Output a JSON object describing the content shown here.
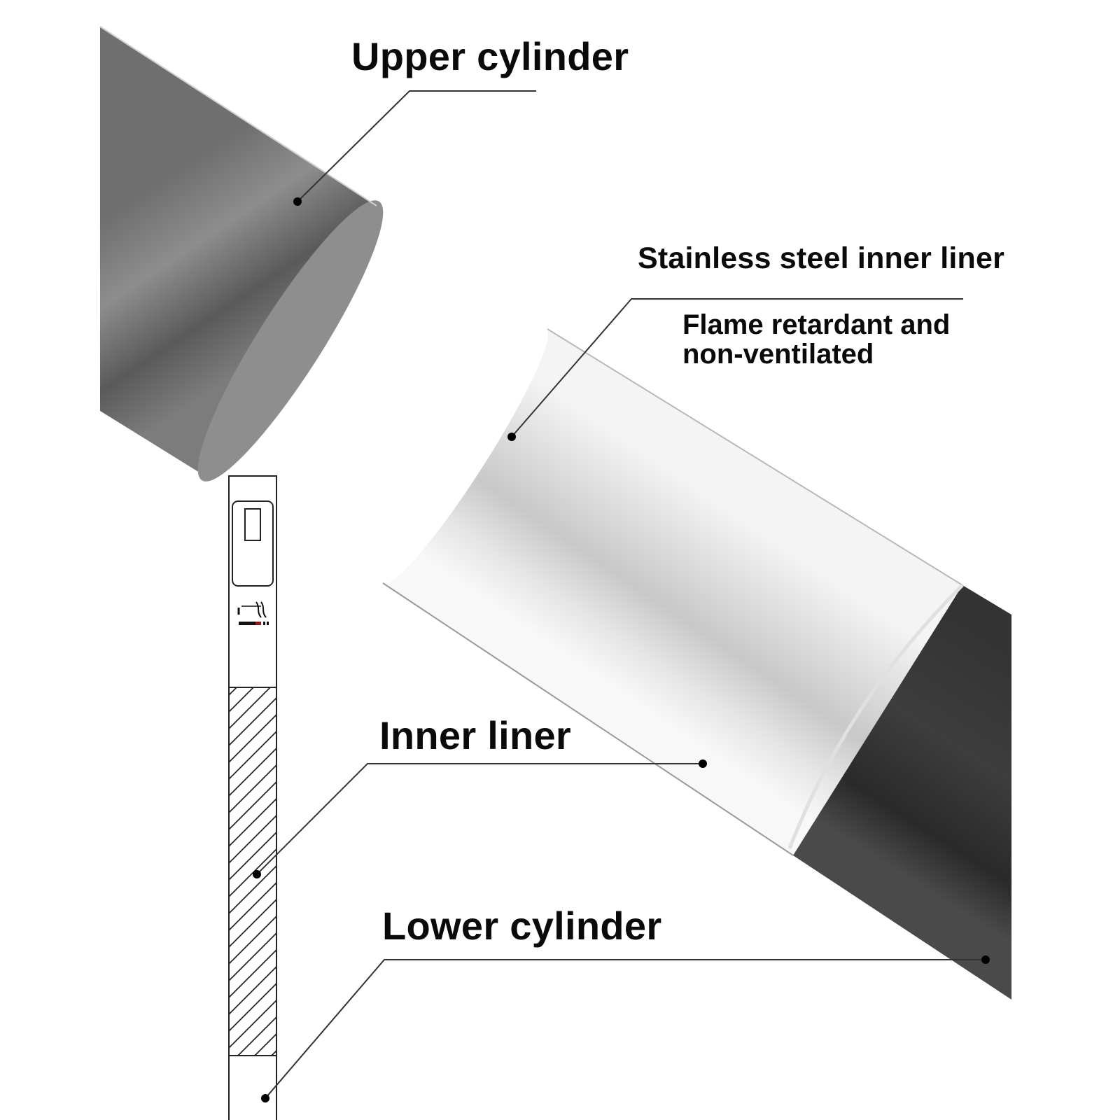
{
  "labels": {
    "upper_cylinder": "Upper cylinder",
    "stainless_liner": "Stainless steel inner liner",
    "flame_line1": "Flame retardant and",
    "flame_line2": "non-ventilated",
    "inner_liner": "Inner liner",
    "lower_cylinder": "Lower cylinder"
  },
  "icons": {
    "smoking": "smoking-icon"
  },
  "colors": {
    "text": "#0a0a0a",
    "leader_line": "#333333",
    "upper_tube": "#7a7a7a",
    "steel_liner": "#d9d9d9",
    "lower_tube": "#3c3c3c",
    "outline": "#222222"
  }
}
